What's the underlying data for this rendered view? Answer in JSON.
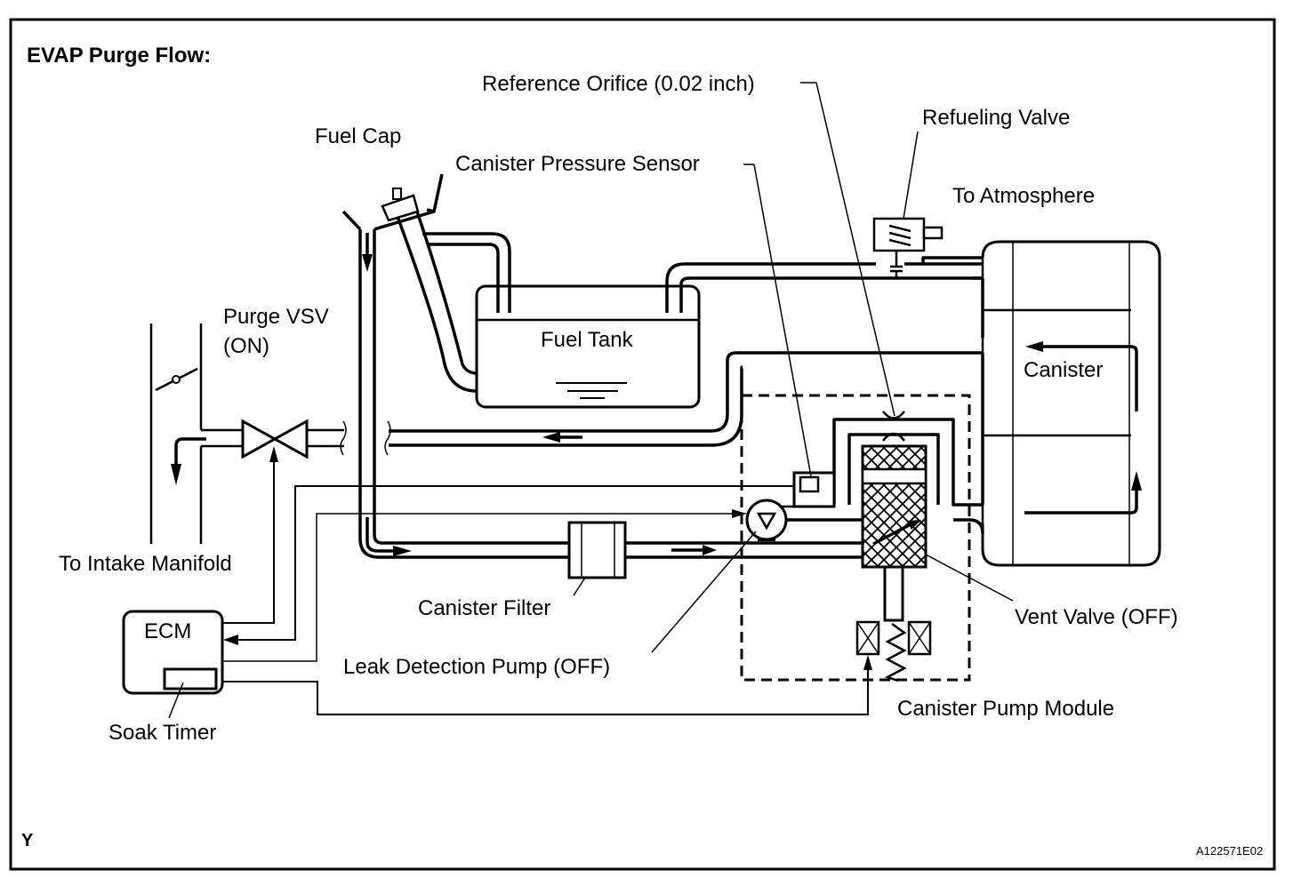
{
  "title": "EVAP Purge Flow:",
  "labels": {
    "reference_orifice": "Reference Orifice (0.02 inch)",
    "refueling_valve": "Refueling Valve",
    "fuel_cap": "Fuel Cap",
    "canister_pressure_sensor": "Canister Pressure Sensor",
    "to_atmosphere": "To Atmosphere",
    "purge_vsv_line1": "Purge VSV",
    "purge_vsv_line2": "(ON)",
    "fuel_tank": "Fuel Tank",
    "canister": "Canister",
    "to_intake_manifold": "To Intake Manifold",
    "ecm": "ECM",
    "soak_timer": "Soak Timer",
    "canister_filter": "Canister Filter",
    "leak_detection_pump": "Leak Detection Pump (OFF)",
    "vent_valve": "Vent Valve (OFF)",
    "canister_pump_module": "Canister Pump Module"
  },
  "footer": {
    "corner_mark": "Y",
    "figure_id": "A122571E02"
  },
  "components": [
    {
      "name": "Fuel Cap",
      "state": null
    },
    {
      "name": "Fuel Tank",
      "state": null
    },
    {
      "name": "Refueling Valve",
      "state": null
    },
    {
      "name": "Canister",
      "state": null
    },
    {
      "name": "Purge VSV",
      "state": "ON"
    },
    {
      "name": "ECM",
      "state": null
    },
    {
      "name": "Soak Timer",
      "state": null
    },
    {
      "name": "Canister Filter",
      "state": null
    },
    {
      "name": "Leak Detection Pump",
      "state": "OFF"
    },
    {
      "name": "Vent Valve",
      "state": "OFF"
    },
    {
      "name": "Canister Pressure Sensor",
      "state": null
    },
    {
      "name": "Reference Orifice",
      "state": "0.02 inch"
    },
    {
      "name": "Canister Pump Module",
      "state": null
    }
  ]
}
